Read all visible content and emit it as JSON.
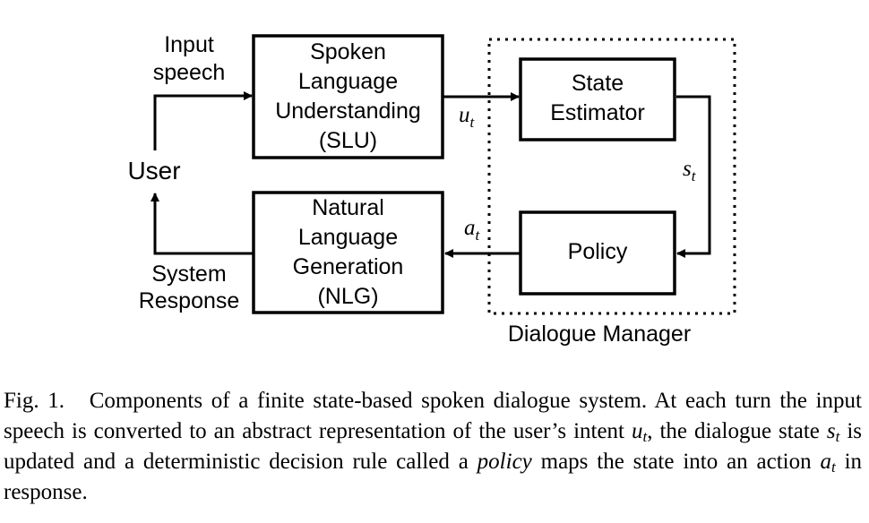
{
  "diagram": {
    "slu": {
      "line1": "Spoken",
      "line2": "Language",
      "line3": "Understanding",
      "line4": "(SLU)"
    },
    "state_estimator": {
      "line1": "State",
      "line2": "Estimator"
    },
    "policy": {
      "label": "Policy"
    },
    "nlg": {
      "line1": "Natural",
      "line2": "Language",
      "line3": "Generation",
      "line4": "(NLG)"
    },
    "user": "User",
    "input_speech": {
      "line1": "Input",
      "line2": "speech"
    },
    "system_response": {
      "line1": "System",
      "line2": "Response"
    },
    "dialogue_manager": "Dialogue Manager",
    "u_t": {
      "base": "u",
      "sub": "t"
    },
    "s_t": {
      "base": "s",
      "sub": "t"
    },
    "a_t": {
      "base": "a",
      "sub": "t"
    }
  },
  "caption": {
    "label": "Fig. 1.",
    "part1": "Components of a finite state-based spoken dialogue system. At each turn the input speech is converted to an abstract representation of the user’s intent",
    "u_base": "u",
    "u_sub": "t",
    "part2": ", the dialogue state",
    "s_base": "s",
    "s_sub": "t",
    "part3": "is updated and a deterministic decision rule called a",
    "policy_word": "policy",
    "part4": "maps the state into an action",
    "a_base": "a",
    "a_sub": "t",
    "part5": "in response."
  }
}
